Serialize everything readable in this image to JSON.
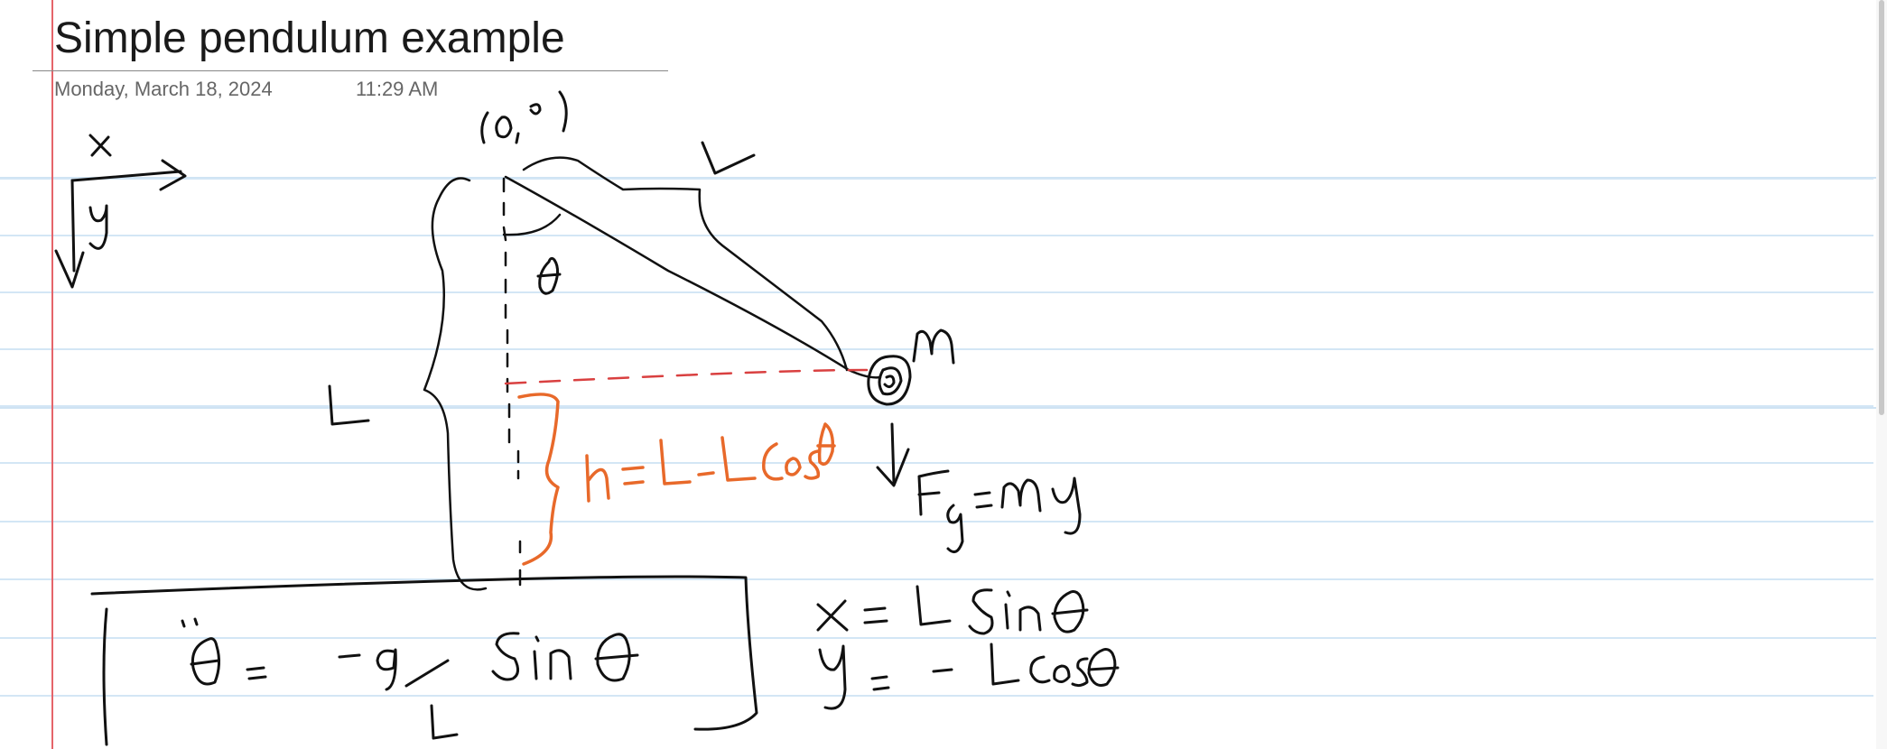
{
  "page": {
    "title": "Simple pendulum example",
    "date": "Monday, March 18, 2024",
    "time": "11:29 AM"
  },
  "colors": {
    "ink": "#111111",
    "orange_ink": "#e8692a",
    "red_dashed": "#d94040",
    "margin_line": "#e5646a",
    "rule_line": "#d3e6f5"
  }
}
